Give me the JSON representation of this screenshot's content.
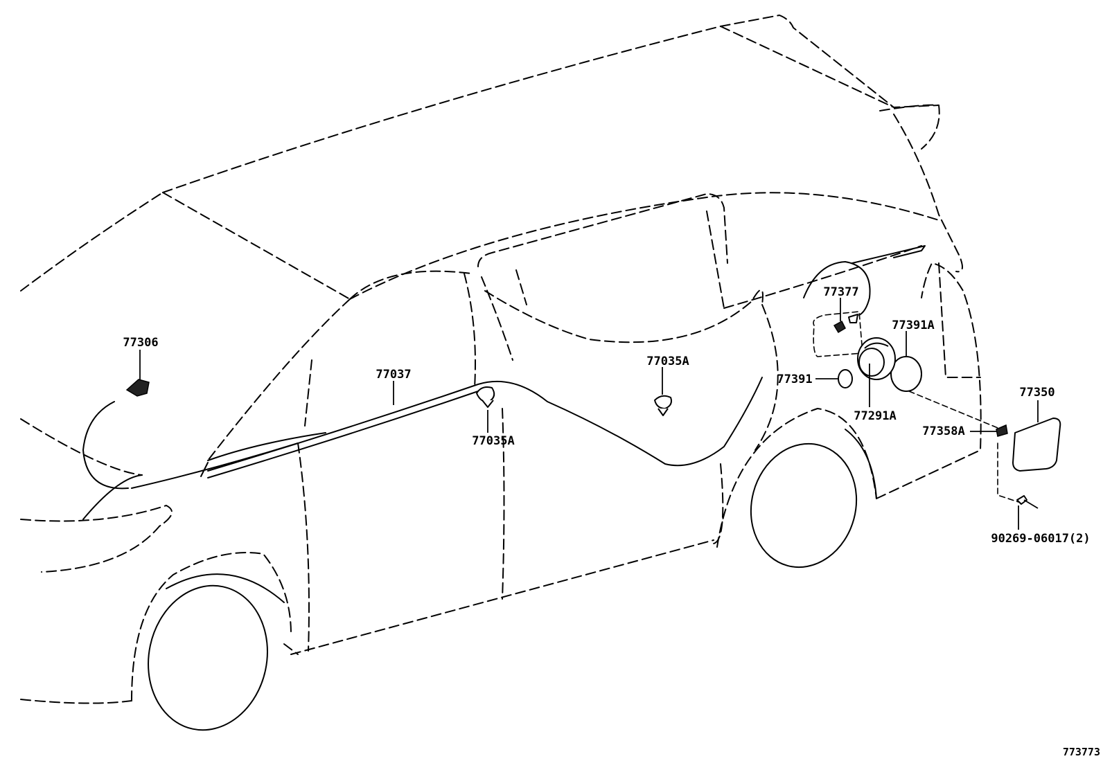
{
  "diagram": {
    "code": "773773",
    "parts": {
      "p77306": "77306",
      "p77037": "77037",
      "p77035a_left": "77035A",
      "p77035a_center": "77035A",
      "p77377": "77377",
      "p77391a": "77391A",
      "p77391": "77391",
      "p77291a": "77291A",
      "p77350": "77350",
      "p77358a": "77358A",
      "p90269": "90269-06017(2)"
    }
  }
}
